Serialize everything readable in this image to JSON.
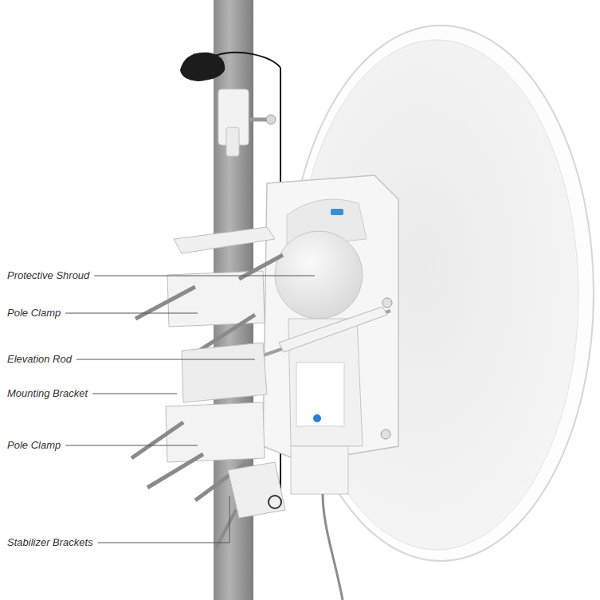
{
  "diagram": {
    "labels": [
      "Protective Shroud",
      "Pole Clamp",
      "Elevation Rod",
      "Mounting Bracket",
      "Pole Clamp",
      "Stabilizer Brackets"
    ]
  }
}
